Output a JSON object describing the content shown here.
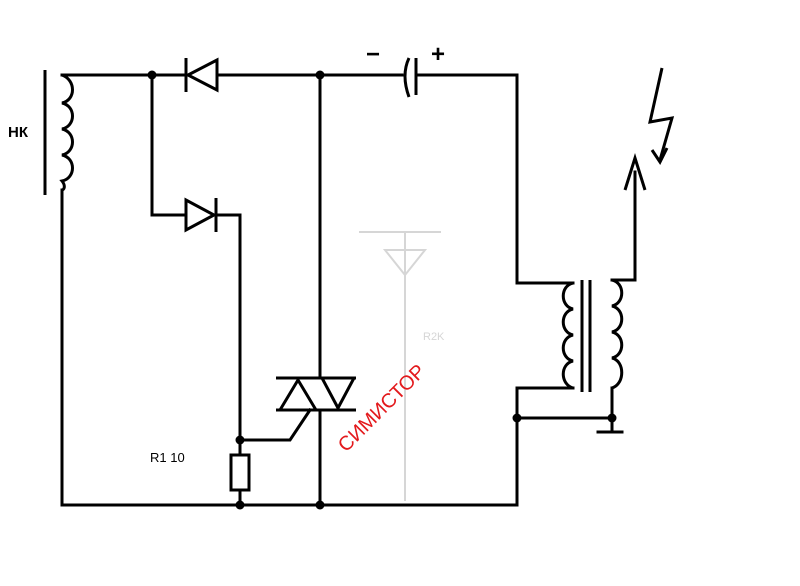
{
  "labels": {
    "coil": "НК",
    "resistor": "R1 10",
    "minus": "−",
    "plus": "+",
    "triac": "СИМИСТОР",
    "faint": "R2K"
  },
  "colors": {
    "line": "#000000",
    "triac_label": "#e3191c",
    "faint": "#d6d6d6"
  },
  "components": [
    "ignition-coil",
    "diode-1",
    "diode-2",
    "capacitor",
    "triac",
    "resistor-r1",
    "hv-transformer",
    "spark-output"
  ]
}
